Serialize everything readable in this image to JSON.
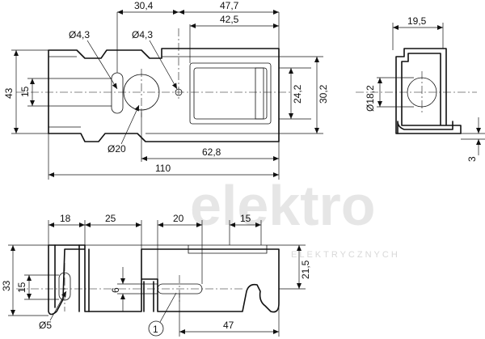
{
  "watermark": {
    "brand": "elektro",
    "tagline": "ELEKTRYCZNYCH"
  },
  "top_view": {
    "dims": {
      "d1": "30,4",
      "d2": "47,7",
      "d3": "42,5",
      "hole_small_left": "Ø4,3",
      "hole_small_right": "Ø4,3",
      "height_total": "43",
      "height_slot": "15",
      "inner_h1": "24,2",
      "inner_h2": "30,2",
      "hole_big": "Ø20",
      "len_inner": "62,8",
      "len_total": "110"
    }
  },
  "side_view": {
    "dims": {
      "width": "19,5",
      "hole_dia": "Ø18,2",
      "thickness": "3"
    }
  },
  "bottom_view": {
    "dims": {
      "a": "18",
      "b": "25",
      "c": "20",
      "d": "15",
      "height": "33",
      "slot": "15",
      "depth": "21,5",
      "slot_h": "6",
      "hole": "Ø5",
      "length": "47",
      "callout": "1"
    }
  }
}
